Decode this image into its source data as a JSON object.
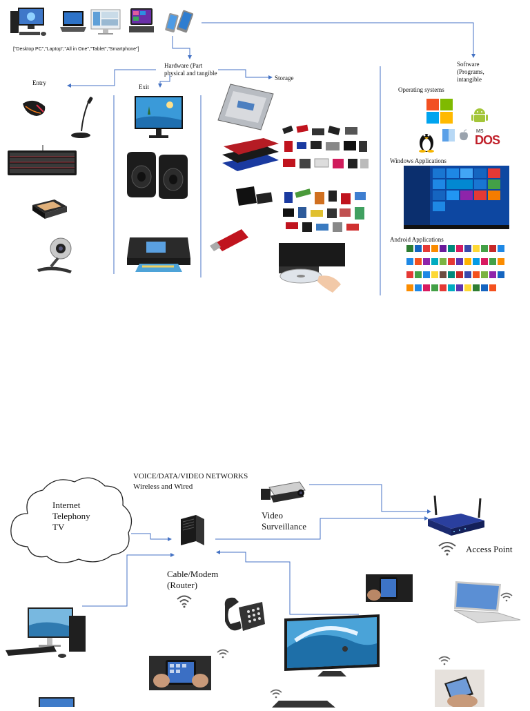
{
  "top": {
    "device_list": "[\"Desktop PC\",\"Laptop\",\"All in One\",\"Tablet\",\"Smartphone\"]",
    "hardware": "Hardware (Part\nphysical and tangible",
    "software": "Software\n(Programs,\nintangible",
    "entry": "Entry",
    "exit": "Exit",
    "storage": "Storage",
    "operating_systems": "Operating systems",
    "windows_apps": "Windows Applications",
    "android_apps": "Android Applications",
    "dos_label": "DOS",
    "ms_label": "MS"
  },
  "bottom": {
    "networks_title": "VOICE/DATA/VIDEO NETWORKS\nWireless and Wired",
    "cloud_text": "Internet\nTelephony\nTV",
    "modem_label": "Cable/Modem\n(Router)",
    "video_label": "Video\nSurveillance",
    "access_point_label": "Access Point"
  },
  "colors": {
    "connector": "#4472c4",
    "ms_red": "#f25022",
    "ms_green": "#7fba00",
    "ms_blue": "#00a4ef",
    "ms_yellow": "#ffb900",
    "android_green": "#a4c639",
    "win10_blue": "#1565c0"
  }
}
